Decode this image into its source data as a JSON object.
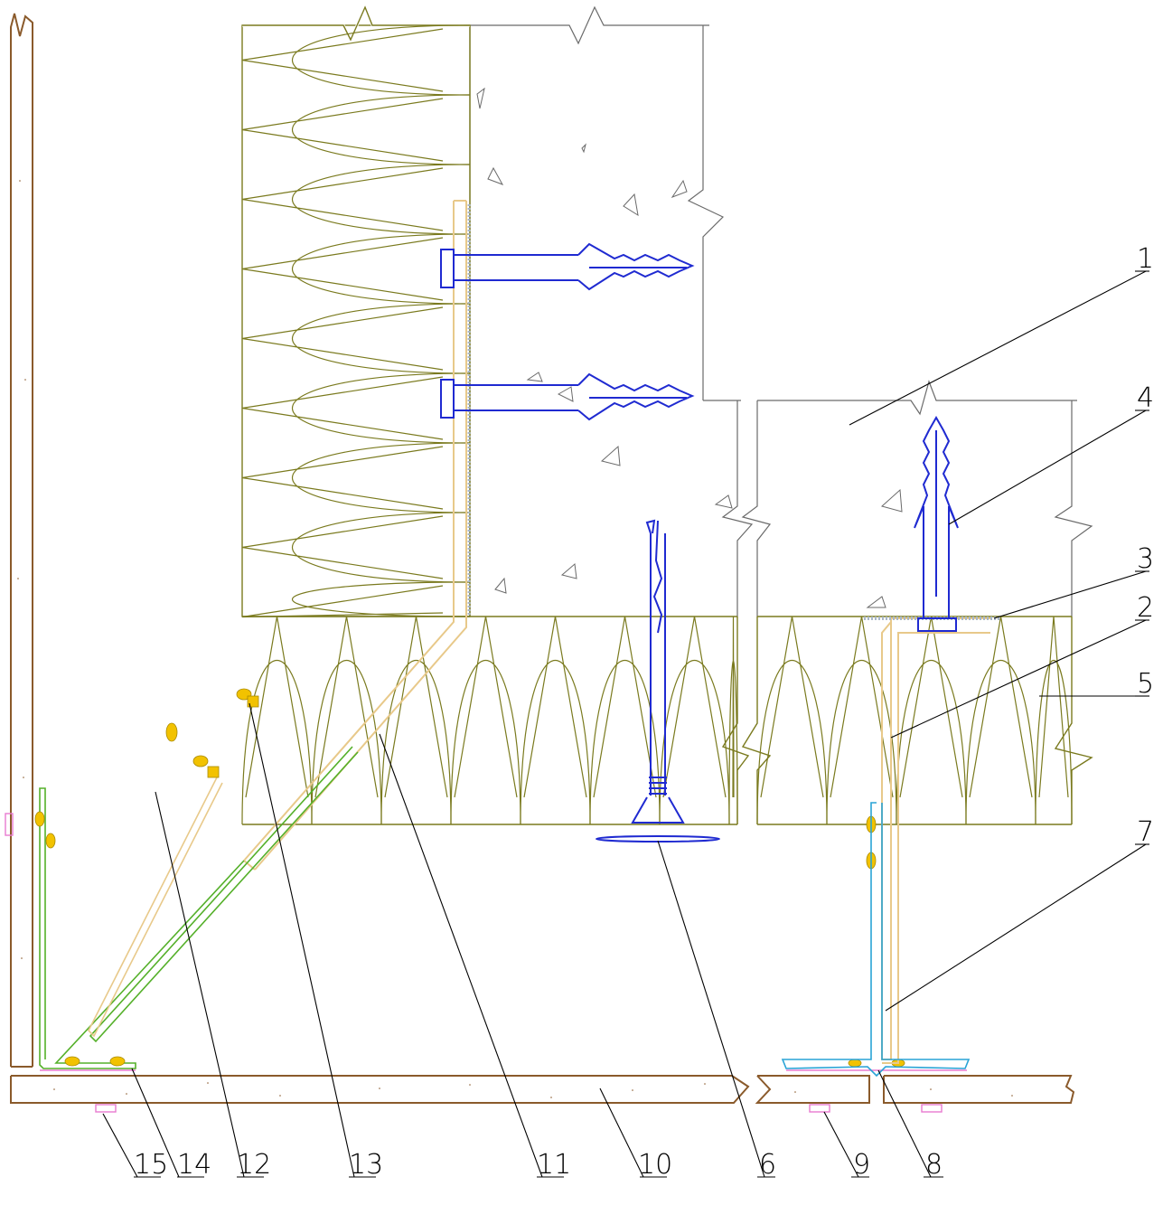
{
  "callouts": {
    "c1": "1",
    "c2": "2",
    "c3": "3",
    "c4": "4",
    "c5": "5",
    "c6": "6",
    "c7": "7",
    "c8": "8",
    "c9": "9",
    "c10": "10",
    "c11": "11",
    "c12": "12",
    "c13": "13",
    "c14": "14",
    "c15": "15"
  },
  "colors": {
    "insulation": "#7a7a1e",
    "concrete_outline": "#6a6a6a",
    "dowel": "#1f2ad1",
    "panel": "#8a5a2b",
    "bracket": "#e8c98a",
    "angle_profile": "#55b02a",
    "rivet": "#f2c200",
    "foil": "#a9b7c9",
    "t_profile": "#29a3d6",
    "gasket": "#e87bd0",
    "leader": "#000000"
  }
}
